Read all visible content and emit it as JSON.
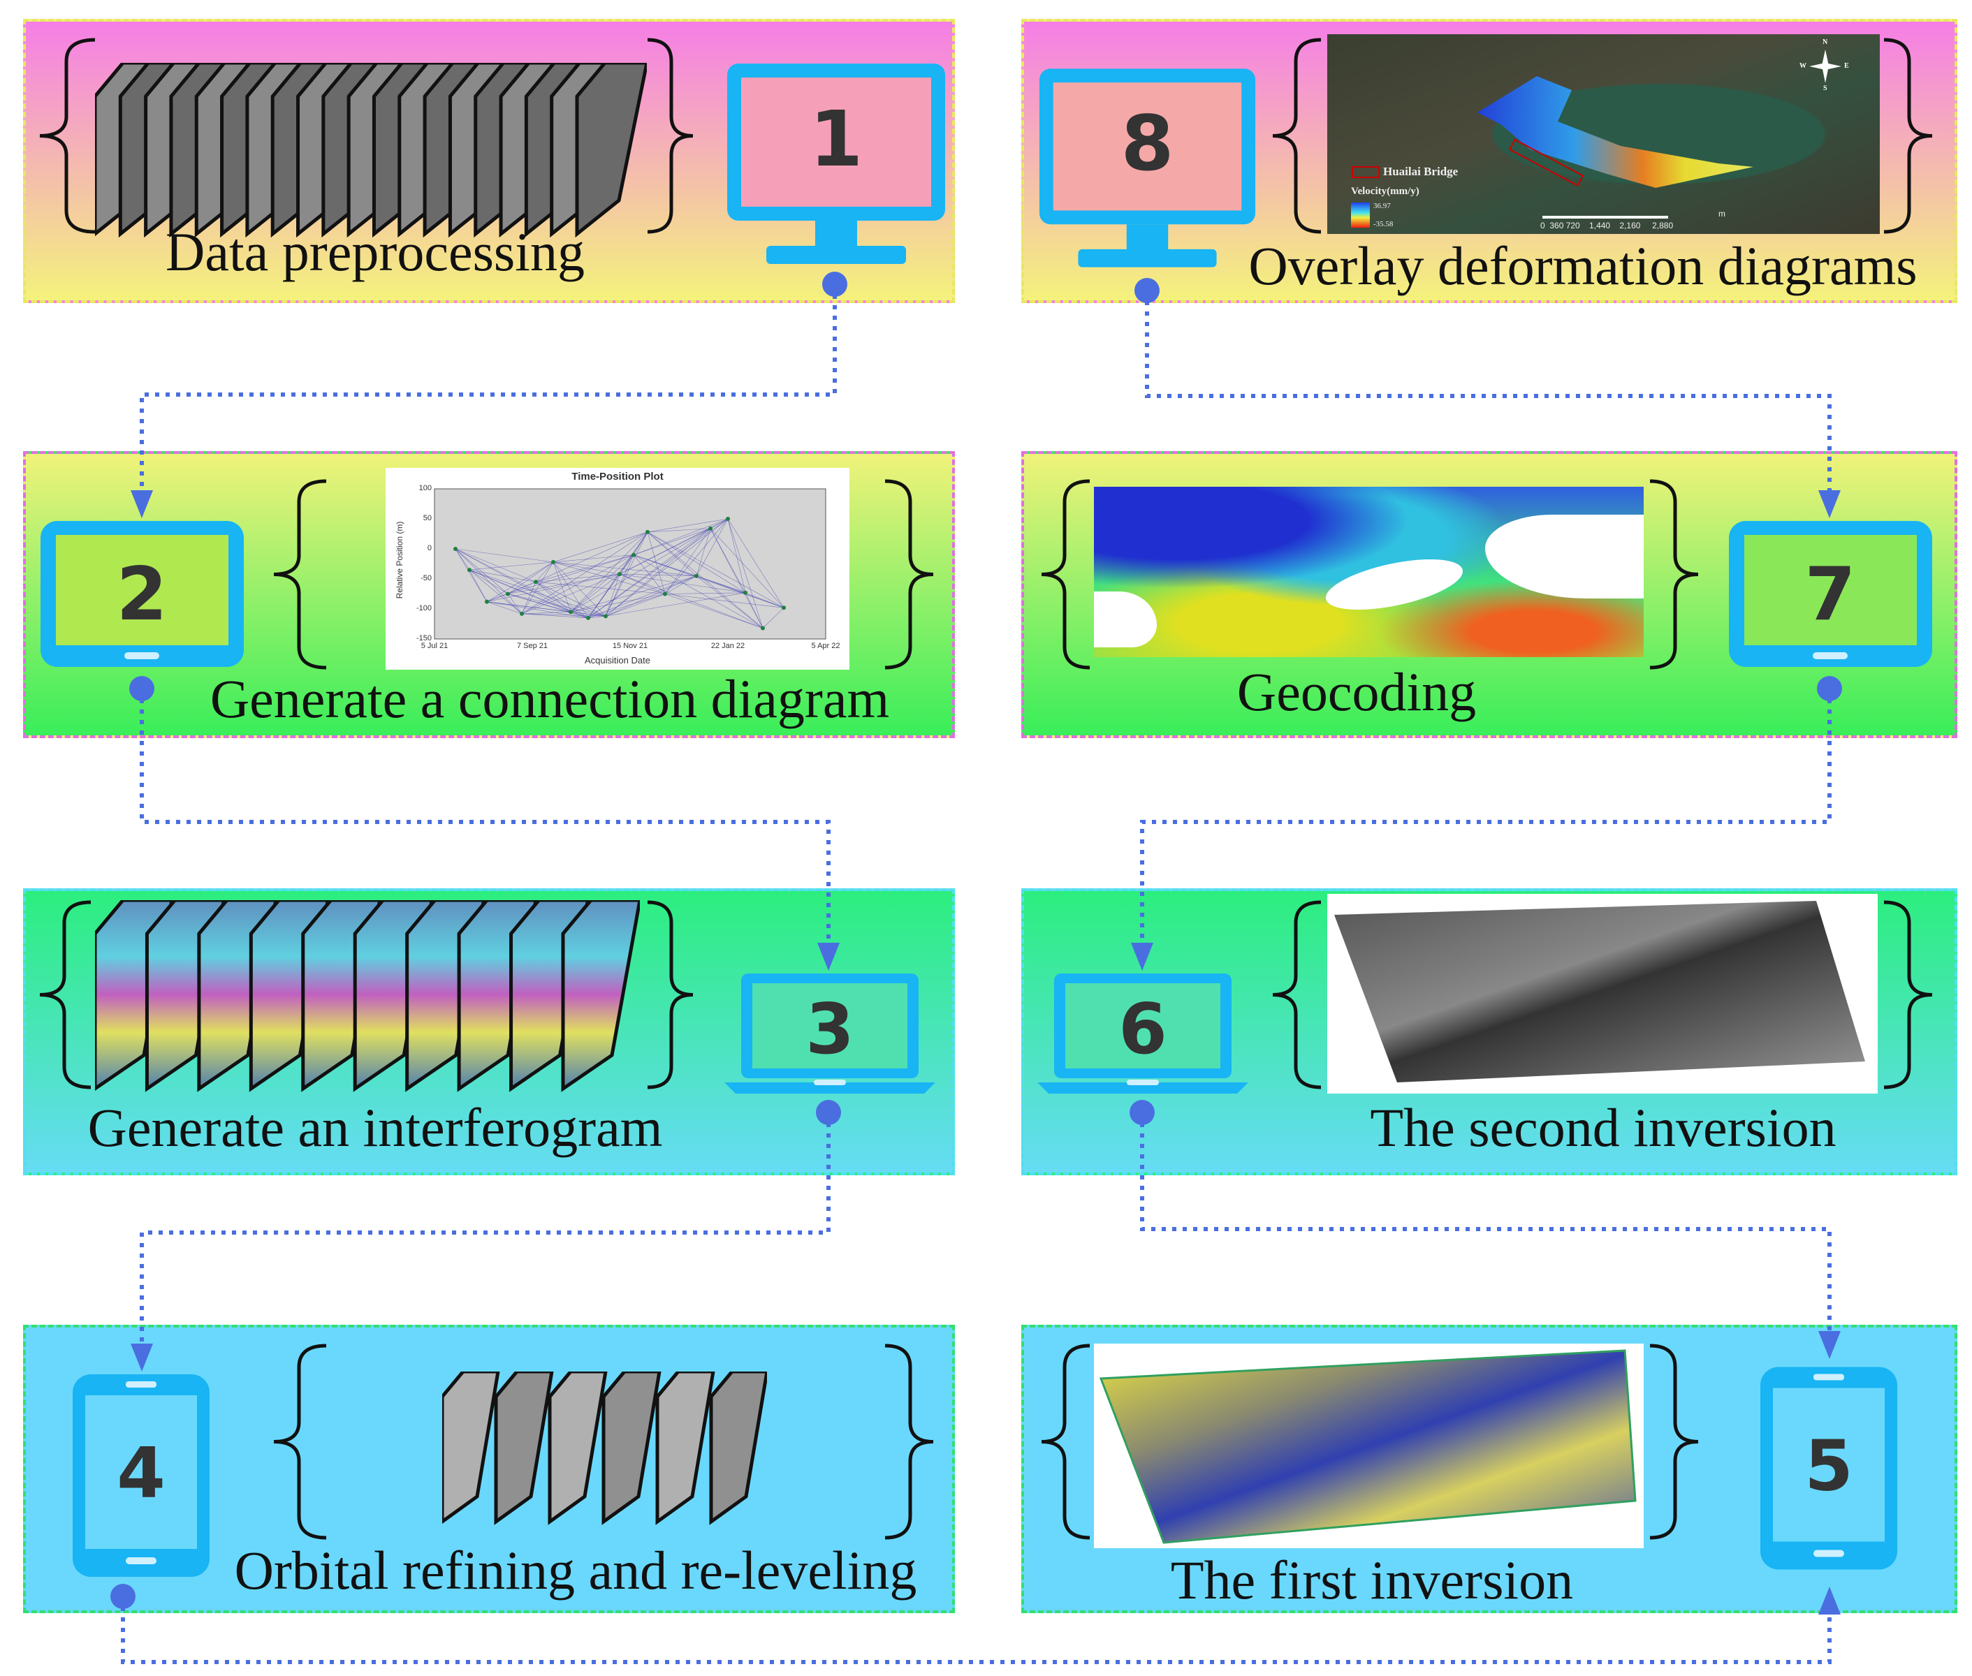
{
  "steps": [
    {
      "number": "1",
      "label": "Data preprocessing",
      "device": "monitor-icon"
    },
    {
      "number": "2",
      "label": "Generate a connection diagram",
      "device": "tablet-icon"
    },
    {
      "number": "3",
      "label": "Generate an interferogram",
      "device": "laptop-icon"
    },
    {
      "number": "4",
      "label": "Orbital refining and re-leveling",
      "device": "phone-icon"
    },
    {
      "number": "5",
      "label": "The first inversion",
      "device": "phone-icon"
    },
    {
      "number": "6",
      "label": "The second inversion",
      "device": "laptop-icon"
    },
    {
      "number": "7",
      "label": "Geocoding",
      "device": "tablet-icon"
    },
    {
      "number": "8",
      "label": "Overlay deformation diagrams",
      "device": "monitor-icon"
    }
  ],
  "plot": {
    "title": "Time-Position Plot",
    "xlabel": "Acquisition Date",
    "ylabel": "Relative Position (m)",
    "yticks": [
      "100",
      "50",
      "0",
      "-50",
      "-100",
      "-150"
    ],
    "xticks": [
      "5 Jul 21",
      "7 Sep 21",
      "15 Nov 21",
      "22 Jan 22",
      "5 Apr 22"
    ]
  },
  "map": {
    "legend_box": "Huailai Bridge",
    "legend_title": "Velocity(mm/y)",
    "max": "36.97",
    "min": "-35.58",
    "scale": "0  360 720    1,440    2,160     2,880",
    "scale_unit": "m",
    "compass": {
      "n": "N",
      "s": "S",
      "e": "E",
      "w": "W"
    }
  },
  "colors": {
    "device": "#18b4f4",
    "connector": "#4a6ee0"
  }
}
